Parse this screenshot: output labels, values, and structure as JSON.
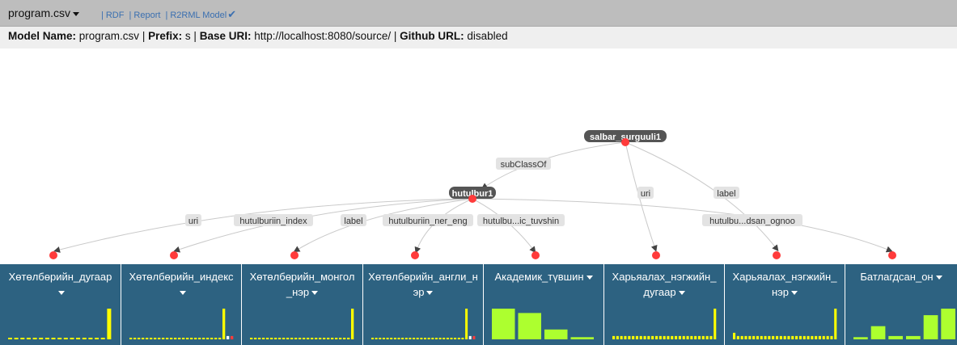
{
  "header": {
    "dataset": "program.csv",
    "links": [
      "RDF",
      "Report",
      "R2RML Model"
    ],
    "check_icon": "check-icon"
  },
  "info": {
    "model_name_label": "Model Name:",
    "model_name": "program.csv",
    "prefix_label": "Prefix:",
    "prefix": "s",
    "base_uri_label": "Base URI:",
    "base_uri": "http://localhost:8080/source/",
    "github_label": "Github URL:",
    "github": "disabled",
    "sep": "|"
  },
  "graph": {
    "nodes": [
      {
        "id": "salbar",
        "label": "salbar_surguuli1"
      },
      {
        "id": "hutulbur",
        "label": "hutulbur1"
      }
    ],
    "edges": [
      {
        "label": "subClassOf"
      },
      {
        "label": "uri"
      },
      {
        "label": "label"
      },
      {
        "label": "uri"
      },
      {
        "label": "hutulburiin_index"
      },
      {
        "label": "label"
      },
      {
        "label": "hutulburiin_ner_eng"
      },
      {
        "label": "hutulbu...ic_tuvshin"
      },
      {
        "label": "hutulbu...dsan_ognoo"
      }
    ]
  },
  "columns": [
    {
      "name": "Хөтөлбөрийн_дугаар",
      "hist": [
        1,
        1,
        1,
        1,
        1,
        1,
        1,
        1,
        1,
        1,
        1,
        1,
        1,
        1,
        1,
        1,
        28
      ]
    },
    {
      "name": "Хөтөлбөрийн_индекс",
      "hist": [
        1,
        1,
        1,
        1,
        1,
        1,
        1,
        1,
        1,
        1,
        1,
        1,
        1,
        1,
        1,
        1,
        1,
        1,
        1,
        1,
        1,
        1,
        1,
        28,
        3,
        3
      ]
    },
    {
      "name": "Хөтөлбөрийн_монгол_нэр",
      "hist": [
        1,
        1,
        1,
        1,
        1,
        1,
        1,
        1,
        1,
        1,
        1,
        1,
        1,
        1,
        1,
        1,
        1,
        1,
        1,
        1,
        1,
        1,
        1,
        1,
        1,
        28
      ]
    },
    {
      "name": "Хөтөлбөрийн_англи_нэр",
      "hist": [
        1,
        1,
        1,
        1,
        1,
        1,
        1,
        1,
        1,
        1,
        1,
        1,
        1,
        1,
        1,
        1,
        1,
        1,
        1,
        1,
        1,
        1,
        1,
        1,
        1,
        28,
        3,
        3
      ]
    },
    {
      "name": "Академик_түвшин",
      "hist": [
        28,
        24,
        9,
        2
      ]
    },
    {
      "name": "Харьяалах_нэгжийн_дугаар",
      "hist": [
        3,
        3,
        3,
        3,
        3,
        3,
        3,
        3,
        3,
        3,
        3,
        3,
        3,
        3,
        3,
        3,
        3,
        3,
        3,
        3,
        3,
        3,
        3,
        3,
        3,
        3,
        28
      ]
    },
    {
      "name": "Харьяалах_нэгжийн_нэр",
      "hist": [
        6,
        3,
        3,
        3,
        3,
        3,
        3,
        3,
        3,
        3,
        3,
        3,
        3,
        3,
        3,
        3,
        3,
        3,
        3,
        3,
        3,
        3,
        3,
        3,
        3,
        3,
        28
      ]
    },
    {
      "name": "Батлагдсан_он",
      "hist": [
        2,
        12,
        3,
        3,
        22,
        28
      ]
    }
  ],
  "colors": {
    "topbar": "#bdbdbd",
    "column_bg": "#2d6281",
    "bar_yellow": "#ffff00",
    "bar_green": "#adff2f",
    "node_red": "#ff3b3b",
    "edge_gray": "#c9c9c9"
  }
}
